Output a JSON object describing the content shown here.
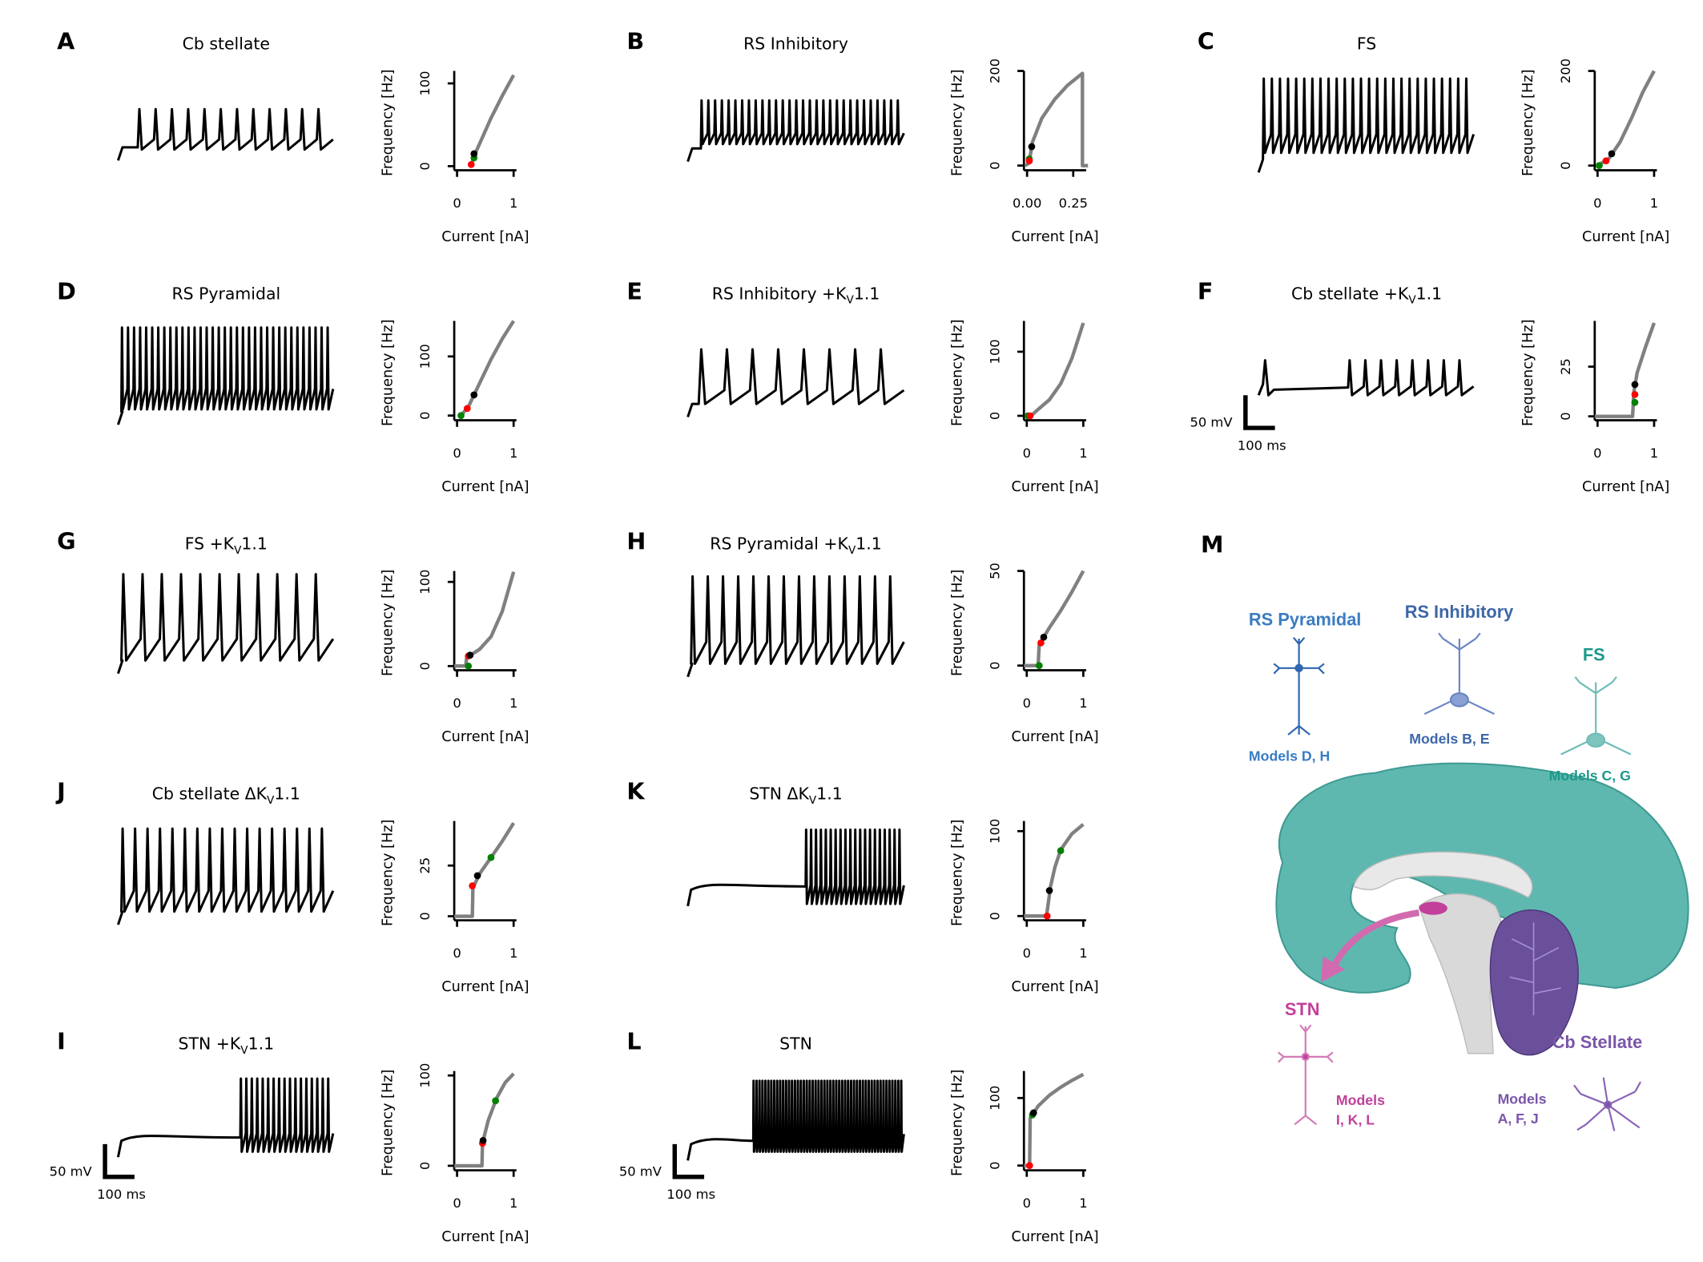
{
  "panel_m": {
    "letter": "M",
    "labels": {
      "rs_pyramidal": "RS Pyramidal",
      "rs_pyramidal_models": "Models D, H",
      "rs_inhibitory": "RS Inhibitory",
      "rs_inhibitory_models": "Models B, E",
      "fs": "FS",
      "fs_models": "Models C, G",
      "stn": "STN",
      "stn_models_1": "Models",
      "stn_models_2": "I, K, L",
      "cb_stellate": "Cb Stellate",
      "cb_models_1": "Models",
      "cb_models_2": "A, F, J"
    },
    "colors": {
      "rs_pyramidal": "#3a7cc2",
      "rs_inhibitory": "#3d66a8",
      "fs": "#1b9a8b",
      "stn": "#c2409a",
      "cb_stellate": "#7a55a8",
      "cortex": "#5fb8b0",
      "cerebellum": "#6a4f9a"
    }
  },
  "scale_bar": {
    "voltage": "50 mV",
    "time": "100 ms"
  },
  "colors": {
    "trace": "#000000",
    "fi_curve": "#808080",
    "marker_red": "#ff0000",
    "marker_green": "#008000",
    "marker_black": "#000000"
  },
  "chart_data": [
    {
      "letter": "A",
      "title": {
        "pre": "Cb stellate",
        "sub": "",
        "post": ""
      },
      "type": "line",
      "xlabel": "Current [nA]",
      "ylabel": "Frequency [Hz]",
      "xlim": [
        -0.05,
        1.05
      ],
      "ylim": [
        -5,
        115
      ],
      "xticks": [
        0,
        1
      ],
      "xtick_labels": [
        "0",
        "1"
      ],
      "yticks": [
        0,
        100
      ],
      "ytick_labels": [
        "0",
        "100"
      ],
      "curve": [
        [
          0.25,
          0
        ],
        [
          0.3,
          12
        ],
        [
          0.45,
          35
        ],
        [
          0.6,
          58
        ],
        [
          0.8,
          85
        ],
        [
          1.0,
          110
        ]
      ],
      "markers": [
        {
          "color": "red",
          "x": 0.25,
          "y": 2
        },
        {
          "color": "green",
          "x": 0.3,
          "y": 10
        },
        {
          "color": "black",
          "x": 0.3,
          "y": 15
        }
      ]
    },
    {
      "letter": "B",
      "title": {
        "pre": "RS Inhibitory",
        "sub": "",
        "post": ""
      },
      "type": "line",
      "xlabel": "Current [nA]",
      "ylabel": "Frequency [Hz]",
      "xlim": [
        -0.017,
        0.32
      ],
      "ylim": [
        -10,
        200
      ],
      "xticks": [
        0,
        0.25
      ],
      "xtick_labels": [
        "0.00",
        "0.25"
      ],
      "yticks": [
        0,
        200
      ],
      "ytick_labels": [
        "0",
        "200"
      ],
      "curve": [
        [
          -0.01,
          0
        ],
        [
          0.01,
          5
        ],
        [
          0.03,
          50
        ],
        [
          0.08,
          100
        ],
        [
          0.15,
          140
        ],
        [
          0.22,
          170
        ],
        [
          0.3,
          195
        ],
        [
          0.3,
          0
        ],
        [
          0.33,
          0
        ]
      ],
      "markers": [
        {
          "color": "black",
          "x": 0.025,
          "y": 40
        },
        {
          "color": "green",
          "x": 0.012,
          "y": 14
        },
        {
          "color": "red",
          "x": 0.012,
          "y": 10
        }
      ]
    },
    {
      "letter": "C",
      "title": {
        "pre": "FS",
        "sub": "",
        "post": ""
      },
      "type": "line",
      "xlabel": "Current [nA]",
      "ylabel": "Frequency [Hz]",
      "xlim": [
        -0.05,
        1.05
      ],
      "ylim": [
        -10,
        200
      ],
      "xticks": [
        0,
        1
      ],
      "xtick_labels": [
        "0",
        "1"
      ],
      "yticks": [
        0,
        200
      ],
      "ytick_labels": [
        "0",
        "200"
      ],
      "curve": [
        [
          0,
          0
        ],
        [
          0.2,
          15
        ],
        [
          0.4,
          50
        ],
        [
          0.6,
          100
        ],
        [
          0.8,
          155
        ],
        [
          1.0,
          200
        ]
      ],
      "markers": [
        {
          "color": "green",
          "x": 0.03,
          "y": 0
        },
        {
          "color": "red",
          "x": 0.15,
          "y": 10
        },
        {
          "color": "black",
          "x": 0.25,
          "y": 25
        }
      ]
    },
    {
      "letter": "D",
      "title": {
        "pre": "RS Pyramidal",
        "sub": "",
        "post": ""
      },
      "type": "line",
      "xlabel": "Current [nA]",
      "ylabel": "Frequency [Hz]",
      "xlim": [
        -0.05,
        1.05
      ],
      "ylim": [
        -8,
        160
      ],
      "xticks": [
        0,
        1
      ],
      "xtick_labels": [
        "0",
        "1"
      ],
      "yticks": [
        0,
        100
      ],
      "ytick_labels": [
        "0",
        "100"
      ],
      "curve": [
        [
          0.05,
          -2
        ],
        [
          0.2,
          15
        ],
        [
          0.4,
          55
        ],
        [
          0.6,
          95
        ],
        [
          0.8,
          130
        ],
        [
          1.0,
          160
        ]
      ],
      "markers": [
        {
          "color": "green",
          "x": 0.07,
          "y": 0
        },
        {
          "color": "red",
          "x": 0.18,
          "y": 12
        },
        {
          "color": "black",
          "x": 0.3,
          "y": 35
        }
      ]
    },
    {
      "letter": "E",
      "title": {
        "pre": "RS Inhibitory +K",
        "sub": "V",
        "post": "1.1"
      },
      "type": "line",
      "xlabel": "Current [nA]",
      "ylabel": "Frequency [Hz]",
      "xlim": [
        -0.05,
        1.05
      ],
      "ylim": [
        -7,
        148
      ],
      "xticks": [
        0,
        1
      ],
      "xtick_labels": [
        "0",
        "1"
      ],
      "yticks": [
        0,
        100
      ],
      "ytick_labels": [
        "0",
        "100"
      ],
      "curve": [
        [
          -0.02,
          0
        ],
        [
          0.1,
          2
        ],
        [
          0.2,
          10
        ],
        [
          0.4,
          25
        ],
        [
          0.6,
          50
        ],
        [
          0.8,
          90
        ],
        [
          1.0,
          145
        ]
      ],
      "markers": [
        {
          "color": "green",
          "x": 0.02,
          "y": 0
        },
        {
          "color": "red",
          "x": 0.06,
          "y": 0
        }
      ]
    },
    {
      "letter": "F",
      "title": {
        "pre": "Cb stellate +K",
        "sub": "V",
        "post": "1.1"
      },
      "type": "line",
      "xlabel": "Current [nA]",
      "ylabel": "Frequency [Hz]",
      "xlim": [
        -0.05,
        1.05
      ],
      "ylim": [
        -2,
        48
      ],
      "xticks": [
        0,
        1
      ],
      "xtick_labels": [
        "0",
        "1"
      ],
      "yticks": [
        0,
        25
      ],
      "ytick_labels": [
        "0",
        "25"
      ],
      "curve": [
        [
          -0.05,
          0
        ],
        [
          0.62,
          0
        ],
        [
          0.64,
          12
        ],
        [
          0.7,
          22
        ],
        [
          0.85,
          35
        ],
        [
          1.0,
          47
        ]
      ],
      "markers": [
        {
          "color": "black",
          "x": 0.66,
          "y": 16
        },
        {
          "color": "red",
          "x": 0.66,
          "y": 11
        },
        {
          "color": "green",
          "x": 0.66,
          "y": 7
        }
      ]
    },
    {
      "letter": "G",
      "title": {
        "pre": "FS +K",
        "sub": "V",
        "post": "1.1"
      },
      "type": "line",
      "xlabel": "Current [nA]",
      "ylabel": "Frequency [Hz]",
      "xlim": [
        -0.05,
        1.05
      ],
      "ylim": [
        -5,
        113
      ],
      "xticks": [
        0,
        1
      ],
      "xtick_labels": [
        "0",
        "1"
      ],
      "yticks": [
        0,
        100
      ],
      "ytick_labels": [
        "0",
        "100"
      ],
      "curve": [
        [
          -0.05,
          0
        ],
        [
          0.15,
          0
        ],
        [
          0.17,
          10
        ],
        [
          0.4,
          20
        ],
        [
          0.6,
          35
        ],
        [
          0.8,
          65
        ],
        [
          1.0,
          112
        ]
      ],
      "markers": [
        {
          "color": "green",
          "x": 0.2,
          "y": 0
        },
        {
          "color": "red",
          "x": 0.2,
          "y": 12
        },
        {
          "color": "black",
          "x": 0.23,
          "y": 13
        }
      ]
    },
    {
      "letter": "H",
      "title": {
        "pre": "RS Pyramidal +K",
        "sub": "V",
        "post": "1.1"
      },
      "type": "line",
      "xlabel": "Current [nA]",
      "ylabel": "Frequency [Hz]",
      "xlim": [
        -0.05,
        1.05
      ],
      "ylim": [
        -2.5,
        50
      ],
      "xticks": [
        0,
        1
      ],
      "xtick_labels": [
        "0",
        "1"
      ],
      "yticks": [
        0,
        50
      ],
      "ytick_labels": [
        "0",
        "50"
      ],
      "curve": [
        [
          -0.05,
          0
        ],
        [
          0.2,
          0
        ],
        [
          0.22,
          11
        ],
        [
          0.4,
          20
        ],
        [
          0.6,
          29
        ],
        [
          0.8,
          39
        ],
        [
          1.0,
          50
        ]
      ],
      "markers": [
        {
          "color": "green",
          "x": 0.22,
          "y": 0
        },
        {
          "color": "red",
          "x": 0.25,
          "y": 12
        },
        {
          "color": "black",
          "x": 0.3,
          "y": 15
        }
      ]
    },
    {
      "letter": "J",
      "title": {
        "pre": "Cb stellate ΔK",
        "sub": "V",
        "post": "1.1"
      },
      "type": "line",
      "xlabel": "Current [nA]",
      "ylabel": "Frequency [Hz]",
      "xlim": [
        -0.05,
        1.05
      ],
      "ylim": [
        -2,
        47
      ],
      "xticks": [
        0,
        1
      ],
      "xtick_labels": [
        "0",
        "1"
      ],
      "yticks": [
        0,
        25
      ],
      "ytick_labels": [
        "0",
        "25"
      ],
      "curve": [
        [
          -0.05,
          0
        ],
        [
          0.27,
          0
        ],
        [
          0.28,
          14
        ],
        [
          0.4,
          21
        ],
        [
          0.6,
          29
        ],
        [
          0.8,
          37
        ],
        [
          1.0,
          46
        ]
      ],
      "markers": [
        {
          "color": "red",
          "x": 0.27,
          "y": 15
        },
        {
          "color": "black",
          "x": 0.36,
          "y": 20
        },
        {
          "color": "green",
          "x": 0.6,
          "y": 29
        }
      ]
    },
    {
      "letter": "K",
      "title": {
        "pre": "STN ΔK",
        "sub": "V",
        "post": "1.1"
      },
      "type": "line",
      "xlabel": "Current [nA]",
      "ylabel": "Frequency [Hz]",
      "xlim": [
        -0.05,
        1.05
      ],
      "ylim": [
        -5,
        112
      ],
      "xticks": [
        0,
        1
      ],
      "xtick_labels": [
        "0",
        "1"
      ],
      "yticks": [
        0,
        100
      ],
      "ytick_labels": [
        "0",
        "100"
      ],
      "curve": [
        [
          -0.05,
          0
        ],
        [
          0.35,
          0
        ],
        [
          0.38,
          15
        ],
        [
          0.42,
          35
        ],
        [
          0.5,
          58
        ],
        [
          0.6,
          78
        ],
        [
          0.8,
          97
        ],
        [
          1.0,
          108
        ]
      ],
      "markers": [
        {
          "color": "red",
          "x": 0.36,
          "y": 0
        },
        {
          "color": "black",
          "x": 0.4,
          "y": 30
        },
        {
          "color": "green",
          "x": 0.6,
          "y": 77
        }
      ]
    },
    {
      "letter": "I",
      "title": {
        "pre": "STN +K",
        "sub": "V",
        "post": "1.1"
      },
      "type": "line",
      "xlabel": "Current [nA]",
      "ylabel": "Frequency [Hz]",
      "xlim": [
        -0.05,
        1.05
      ],
      "ylim": [
        -5,
        105
      ],
      "xticks": [
        0,
        1
      ],
      "xtick_labels": [
        "0",
        "1"
      ],
      "yticks": [
        0,
        100
      ],
      "ytick_labels": [
        "0",
        "100"
      ],
      "curve": [
        [
          -0.05,
          0
        ],
        [
          0.44,
          0
        ],
        [
          0.45,
          25
        ],
        [
          0.55,
          50
        ],
        [
          0.7,
          75
        ],
        [
          0.85,
          92
        ],
        [
          1.0,
          102
        ]
      ],
      "markers": [
        {
          "color": "red",
          "x": 0.45,
          "y": 25
        },
        {
          "color": "black",
          "x": 0.46,
          "y": 28
        },
        {
          "color": "green",
          "x": 0.68,
          "y": 72
        }
      ]
    },
    {
      "letter": "L",
      "title": {
        "pre": "STN",
        "sub": "",
        "post": ""
      },
      "type": "line",
      "xlabel": "Current [nA]",
      "ylabel": "Frequency [Hz]",
      "xlim": [
        -0.05,
        1.05
      ],
      "ylim": [
        -7,
        140
      ],
      "xticks": [
        0,
        1
      ],
      "xtick_labels": [
        "0",
        "1"
      ],
      "yticks": [
        0,
        100
      ],
      "ytick_labels": [
        "0",
        "100"
      ],
      "curve": [
        [
          -0.05,
          0
        ],
        [
          0.05,
          0
        ],
        [
          0.06,
          70
        ],
        [
          0.2,
          88
        ],
        [
          0.4,
          104
        ],
        [
          0.6,
          116
        ],
        [
          0.8,
          126
        ],
        [
          1.0,
          135
        ]
      ],
      "markers": [
        {
          "color": "red",
          "x": 0.05,
          "y": 0
        },
        {
          "color": "green",
          "x": 0.1,
          "y": 75
        },
        {
          "color": "black",
          "x": 0.12,
          "y": 78
        }
      ]
    }
  ]
}
